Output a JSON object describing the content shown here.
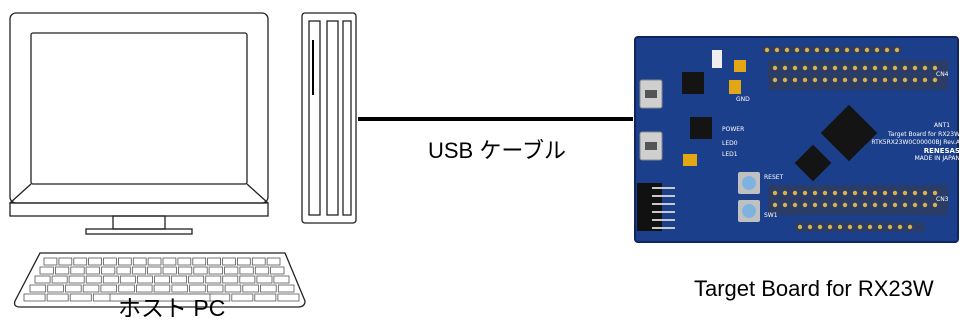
{
  "labels": {
    "host_pc": "ホスト PC",
    "cable": "USB ケーブル",
    "board": "Target Board for RX23W"
  },
  "board_silkscreen": {
    "line1": "Target Board for RX23W",
    "line2": "RTK5RX23W0C00000BJ Rev.A",
    "brand": "RENESAS",
    "origin": "MADE IN JAPAN",
    "power": "POWER",
    "led0": "LED0",
    "led1": "LED1",
    "reset": "RESET",
    "sw1": "SW1",
    "ant": "ANT1",
    "cn3": "CN3",
    "cn4": "CN4",
    "gnd": "GND"
  },
  "colors": {
    "board_blue": "#1c3f8c",
    "line": "#000000"
  }
}
